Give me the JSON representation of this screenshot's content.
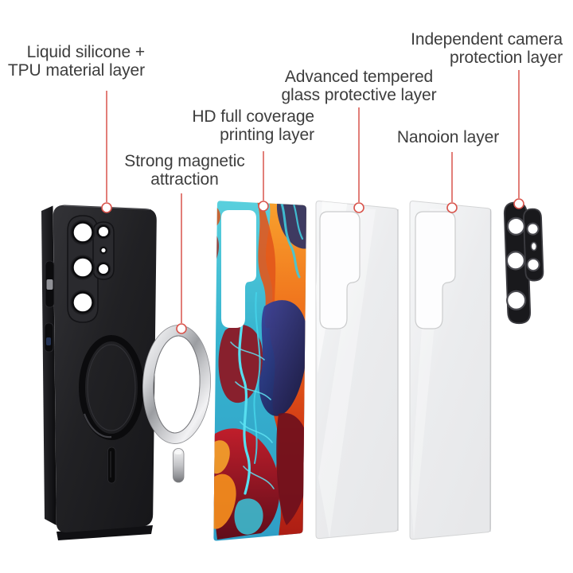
{
  "colors": {
    "accent": "#d9544c",
    "text": "#3d3d3d",
    "background": "#ffffff",
    "case_black": "#1f1f22",
    "ring_silver": "#c7c9cc",
    "glass_gray": "#ececee",
    "art_teal": "#39bcd4",
    "art_orange": "#ef6f1b",
    "art_navy": "#1c2a6e",
    "art_red": "#a81a28"
  },
  "labels": {
    "tpu": "Liquid silicone +\nTPU material layer",
    "magnetic": "Strong magnetic\nattraction",
    "printing": "HD full coverage\nprinting layer",
    "tempered": "Advanced tempered\nglass protective layer",
    "nanoion": "Nanoion layer",
    "camera": "Independent camera\nprotection layer"
  },
  "components": {
    "case": "phone-case",
    "ring": "magnet-ring",
    "bar": "metal-bar",
    "film": "printed-film",
    "glass_front": "tempered-glass-layer-1",
    "glass_back": "tempered-glass-layer-2",
    "protector": "camera-protector"
  }
}
